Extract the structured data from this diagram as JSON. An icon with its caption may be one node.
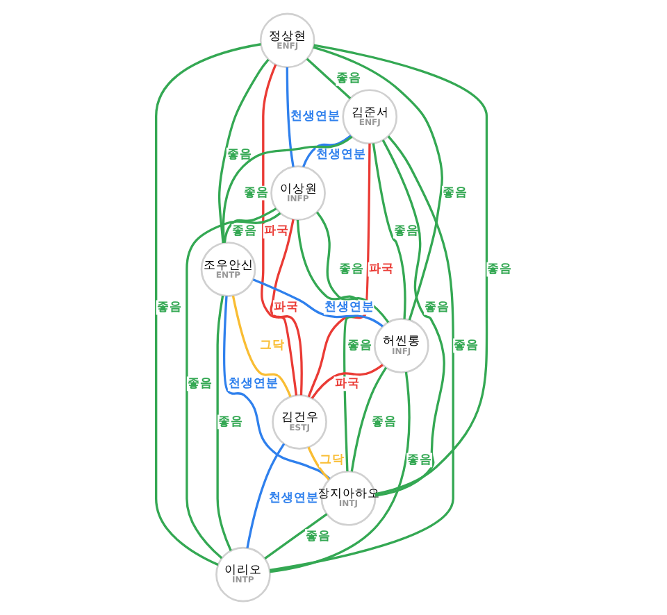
{
  "diagram": {
    "nodes": [
      {
        "text": [
          "정상현",
          "ENFJ"
        ]
      },
      {
        "text": [
          "김준서",
          "ENFJ"
        ]
      },
      {
        "text": [
          "이상원",
          "INFP"
        ]
      },
      {
        "text": [
          "조우안신",
          "ENTP"
        ]
      },
      {
        "text": [
          "허씬롱",
          "INFJ"
        ]
      },
      {
        "text": [
          "김건우",
          "ESTJ"
        ]
      },
      {
        "text": [
          "장지아하오",
          "INTJ"
        ]
      },
      {
        "text": [
          "이리오",
          "INTP"
        ]
      }
    ],
    "edges": [
      {
        "from": 0,
        "to": 1,
        "arrow": "none",
        "label": "좋음",
        "color": "#34a853"
      },
      {
        "from": 0,
        "to": 2,
        "arrow": "none",
        "label": "천생연분",
        "color": "#2f80ed"
      },
      {
        "from": 0,
        "to": 3,
        "arrow": "none",
        "label": "좋음",
        "color": "#34a853"
      },
      {
        "from": 0,
        "to": 4,
        "arrow": "none",
        "label": "좋음",
        "color": "#34a853"
      },
      {
        "from": 0,
        "to": 5,
        "arrow": "none",
        "label": "파국",
        "color": "#ea3b35"
      },
      {
        "from": 0,
        "to": 6,
        "arrow": "none",
        "label": "좋음",
        "color": "#34a853"
      },
      {
        "from": 0,
        "to": 7,
        "arrow": "none",
        "label": "좋음",
        "color": "#34a853"
      },
      {
        "from": 1,
        "to": 2,
        "arrow": "none",
        "label": "천생연분",
        "color": "#2f80ed"
      },
      {
        "from": 1,
        "to": 3,
        "arrow": "none",
        "label": "좋음",
        "color": "#34a853"
      },
      {
        "from": 1,
        "to": 4,
        "arrow": "none",
        "label": "좋음",
        "color": "#34a853"
      },
      {
        "from": 1,
        "to": 5,
        "arrow": "none",
        "label": "파국",
        "color": "#ea3b35"
      },
      {
        "from": 1,
        "to": 6,
        "arrow": "none",
        "label": "좋음",
        "color": "#34a853"
      },
      {
        "from": 1,
        "to": 7,
        "arrow": "none",
        "label": "좋음",
        "color": "#34a853"
      },
      {
        "from": 2,
        "to": 3,
        "arrow": "none",
        "label": "좋음",
        "color": "#34a853"
      },
      {
        "from": 2,
        "to": 4,
        "arrow": "none",
        "label": "좋음",
        "color": "#34a853"
      },
      {
        "from": 2,
        "to": 5,
        "arrow": "none",
        "label": "파국",
        "color": "#ea3b35"
      },
      {
        "from": 2,
        "to": 6,
        "arrow": "none",
        "label": "좋음",
        "color": "#34a853"
      },
      {
        "from": 2,
        "to": 7,
        "arrow": "none",
        "label": "좋음",
        "color": "#34a853"
      },
      {
        "from": 3,
        "to": 4,
        "arrow": "none",
        "label": "천생연분",
        "color": "#2f80ed"
      },
      {
        "from": 3,
        "to": 5,
        "arrow": "none",
        "label": "그닥",
        "color": "#f9bd33"
      },
      {
        "from": 3,
        "to": 6,
        "arrow": "none",
        "label": "천생연분",
        "color": "#2f80ed"
      },
      {
        "from": 3,
        "to": 7,
        "arrow": "none",
        "label": "좋음",
        "color": "#34a853"
      },
      {
        "from": 4,
        "to": 5,
        "arrow": "none",
        "label": "파국",
        "color": "#ea3b35"
      },
      {
        "from": 4,
        "to": 6,
        "arrow": "none",
        "label": "좋음",
        "color": "#34a853"
      },
      {
        "from": 4,
        "to": 7,
        "arrow": "none",
        "label": "좋음",
        "color": "#34a853"
      },
      {
        "from": 5,
        "to": 6,
        "arrow": "none",
        "label": "그닥",
        "color": "#f9bd33"
      },
      {
        "from": 5,
        "to": 7,
        "arrow": "none",
        "label": "천생연분",
        "color": "#2f80ed"
      },
      {
        "from": 6,
        "to": 7,
        "arrow": "none",
        "label": "좋음",
        "color": "#34a853"
      }
    ]
  }
}
